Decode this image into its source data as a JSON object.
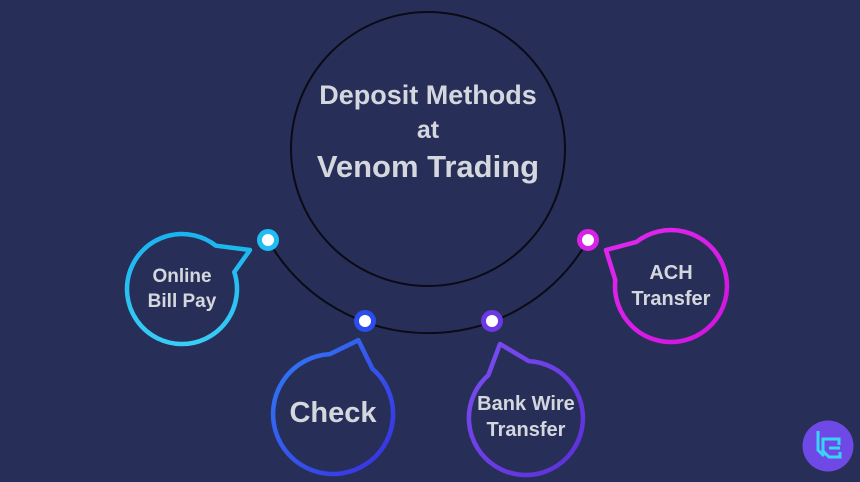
{
  "background_color": "#272f58",
  "outline_color": "#0a0b15",
  "text_color": "#d5d7de",
  "title": {
    "line1": "Deposit Methods",
    "line2": "at",
    "line3": "Venom Trading"
  },
  "bubbles": [
    {
      "label": "Online Bill Pay",
      "lines": [
        "Online",
        "Bill Pay"
      ],
      "color": "#1fbdf4",
      "stroke": {
        "from": "#19b4ef",
        "to": "#38cdf5"
      }
    },
    {
      "label": "Check",
      "lines": [
        "Check"
      ],
      "color": "#2d4cee",
      "stroke": {
        "from": "#2f7ef6",
        "to": "#3a2de2"
      }
    },
    {
      "label": "Bank Wire Transfer",
      "lines": [
        "Bank Wire",
        "Transfer"
      ],
      "color": "#6b38e4",
      "stroke": {
        "from": "#7b4ef2",
        "to": "#5c2ed9"
      }
    },
    {
      "label": "ACH Transfer",
      "lines": [
        "ACH",
        "Transfer"
      ],
      "color": "#d922e8",
      "stroke": {
        "from": "#e228ef",
        "to": "#cf14de"
      }
    }
  ],
  "logo": {
    "icon": "lc-monogram-icon",
    "circle_color": "#6f49e6",
    "glyph_color": "#38d4f8"
  }
}
